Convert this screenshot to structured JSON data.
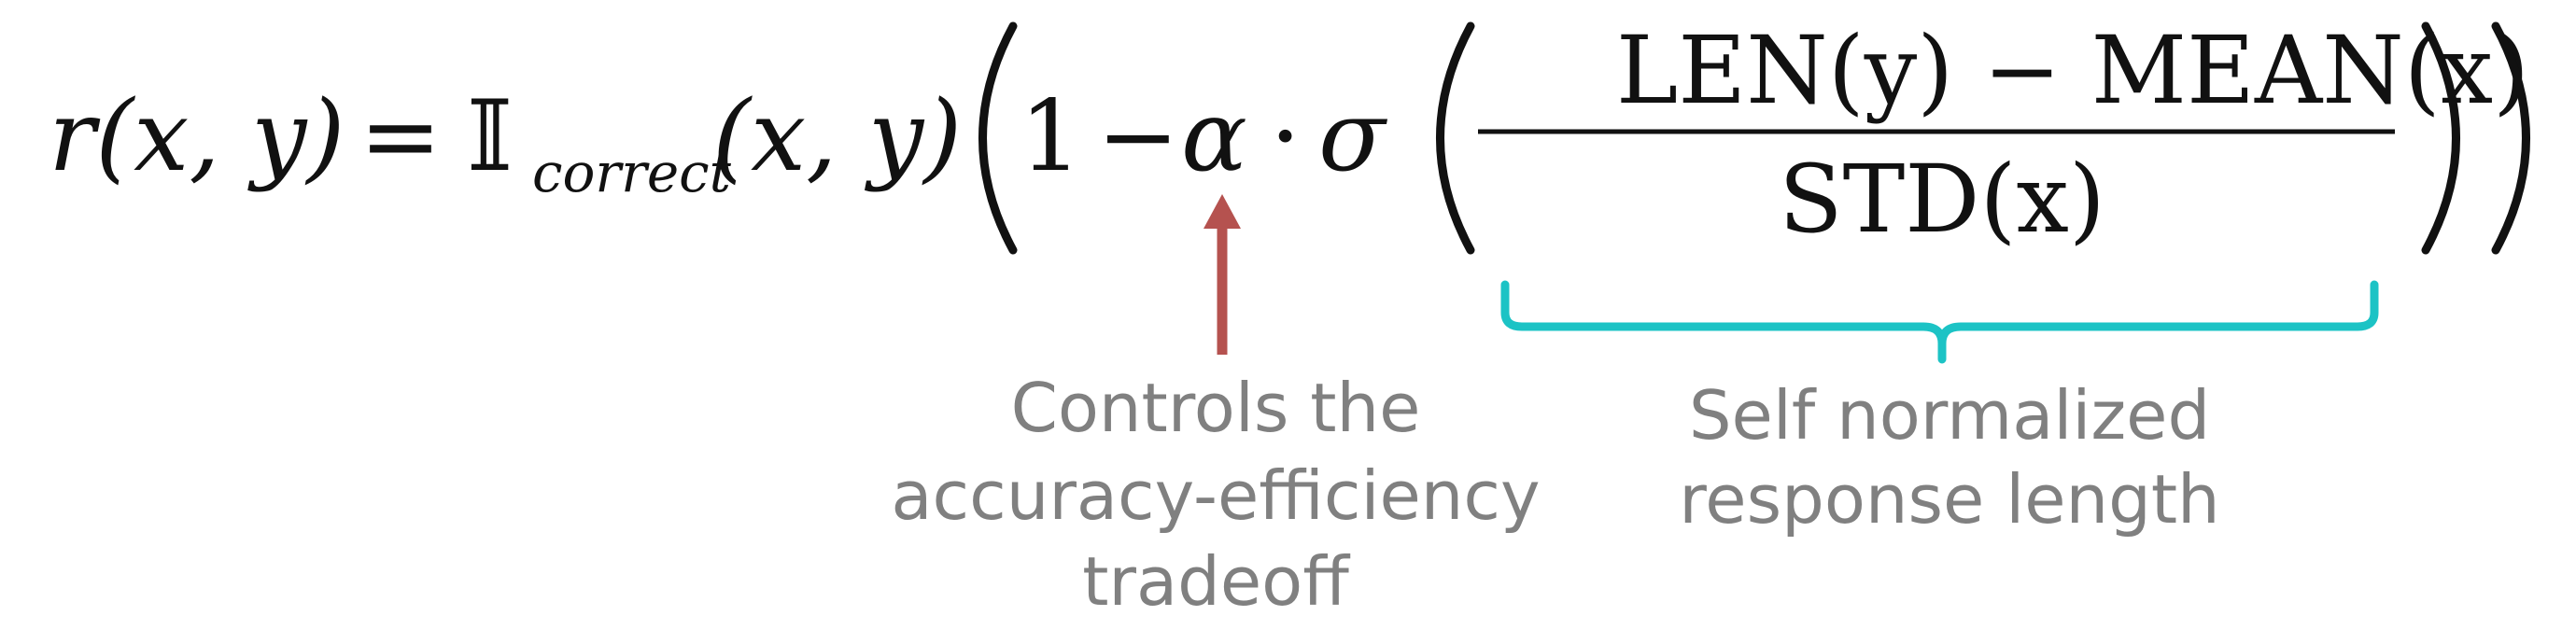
{
  "formula": {
    "lhs": "r(x, y)",
    "equals": "=",
    "indicator_symbol": "𝕀",
    "indicator_subscript": "correct",
    "indicator_args": "(x, y)",
    "one": "1",
    "minus": "−",
    "alpha": "α",
    "cdot": "·",
    "sigma": "σ",
    "numerator": "LEN(y) − MEAN(x)",
    "denominator": "STD(x)"
  },
  "annotations": {
    "alpha_note": {
      "lines": [
        "Controls the",
        "accuracy-efficiency",
        "tradeoff"
      ],
      "color": "#b5524f"
    },
    "fraction_note": {
      "lines": [
        "Self normalized",
        "response length"
      ],
      "color": "#1cc3c5"
    }
  },
  "colors": {
    "text": "#111111",
    "caption": "#808080"
  }
}
